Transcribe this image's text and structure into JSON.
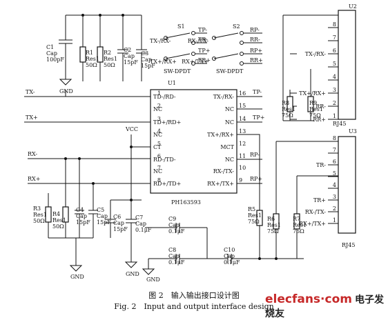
{
  "u1": {
    "ref": "U1",
    "part": "PH163593",
    "left_pins": [
      {
        "num": "1",
        "name": "TD-/RD-"
      },
      {
        "num": "2",
        "name": "NC"
      },
      {
        "num": "3",
        "name": "TD+/RD+"
      },
      {
        "num": "4",
        "name": "NC"
      },
      {
        "num": "5",
        "name": "CT"
      },
      {
        "num": "6",
        "name": "RD-/TD-"
      },
      {
        "num": "7",
        "name": "NC"
      },
      {
        "num": "8",
        "name": "RD+/TD+"
      }
    ],
    "right_pins": [
      {
        "num": "16",
        "name": "TX-/RX-"
      },
      {
        "num": "15",
        "name": "NC"
      },
      {
        "num": "14",
        "name": "NC"
      },
      {
        "num": "13",
        "name": "TX+/RX+"
      },
      {
        "num": "12",
        "name": "MCT"
      },
      {
        "num": "11",
        "name": "NC"
      },
      {
        "num": "10",
        "name": "RX-/TX-"
      },
      {
        "num": "9",
        "name": "RX+/TX+"
      }
    ]
  },
  "u2": {
    "ref": "U2",
    "name": "RJ45",
    "pins": [
      {
        "num": "8",
        "name": ""
      },
      {
        "num": "7",
        "name": ""
      },
      {
        "num": "6",
        "name": "TX-/RX-"
      },
      {
        "num": "5",
        "name": ""
      },
      {
        "num": "4",
        "name": ""
      },
      {
        "num": "3",
        "name": "TX+/RX+"
      },
      {
        "num": "2",
        "name": "RR-"
      },
      {
        "num": "1",
        "name": "RR+"
      }
    ]
  },
  "u3": {
    "ref": "U3",
    "name": "RJ45",
    "pins": [
      {
        "num": "8",
        "name": ""
      },
      {
        "num": "7",
        "name": ""
      },
      {
        "num": "6",
        "name": "TR-"
      },
      {
        "num": "5",
        "name": ""
      },
      {
        "num": "4",
        "name": ""
      },
      {
        "num": "3",
        "name": "TR+"
      },
      {
        "num": "2",
        "name": "RX-/TX-"
      },
      {
        "num": "1",
        "name": "RX+/TX+"
      }
    ]
  },
  "switches": [
    {
      "ref": "S1",
      "type": "SW-DPDT",
      "left": [
        "TX-/RX-",
        "TX+/RX+"
      ],
      "right": [
        "TP-",
        "TR-",
        "TP+",
        "TR+"
      ]
    },
    {
      "ref": "S2",
      "type": "SW-DPDT",
      "left": [
        "RX-/TX-",
        "RX+/TX+"
      ],
      "right": [
        "RP-",
        "RR-",
        "RP+",
        "RR+"
      ]
    }
  ],
  "components": [
    {
      "ref": "C1",
      "type": "Cap",
      "value": "100pF"
    },
    {
      "ref": "R1",
      "type": "Res1",
      "value": "50Ω"
    },
    {
      "ref": "R2",
      "type": "Res1",
      "value": "50Ω"
    },
    {
      "ref": "C2",
      "type": "Cap",
      "value": "15pF"
    },
    {
      "ref": "C3",
      "type": "Cap",
      "value": "15pF"
    },
    {
      "ref": "R3",
      "type": "Res1",
      "value": "50Ω"
    },
    {
      "ref": "R4",
      "type": "Res1",
      "value": "50Ω"
    },
    {
      "ref": "C4",
      "type": "Cap",
      "value": "15pF"
    },
    {
      "ref": "C5",
      "type": "Cap",
      "value": "15pF"
    },
    {
      "ref": "C6",
      "type": "Cap",
      "value": "15pF"
    },
    {
      "ref": "C7",
      "type": "Cap",
      "value": "0.1μF"
    },
    {
      "ref": "C8",
      "type": "Cap",
      "value": "0.1μF"
    },
    {
      "ref": "C9",
      "type": "Cap",
      "value": "0.1μF"
    },
    {
      "ref": "C10",
      "type": "Cap",
      "value": "0.1μF"
    },
    {
      "ref": "R5",
      "type": "Res1",
      "value": "75Ω"
    },
    {
      "ref": "R6",
      "type": "Res1",
      "value": "75Ω"
    },
    {
      "ref": "R7",
      "type": "Res1",
      "value": "75Ω"
    },
    {
      "ref": "R8",
      "type": "Res1",
      "value": "75Ω"
    },
    {
      "ref": "R9",
      "type": "Res1",
      "value": "75Ω"
    }
  ],
  "nets": {
    "tx_minus": "TX-",
    "tx_plus": "TX+",
    "rx_minus": "RX-",
    "rx_plus": "RX+",
    "tp_minus": "TP-",
    "tp_plus": "TP+",
    "rp": "RP-",
    "rp_plus": "RP+",
    "vcc": "VCC",
    "gnd": "GND"
  },
  "caption": {
    "zh": "图 2　输入输出接口设计图",
    "en": "Fig. 2　Input and output interface design"
  },
  "watermark": {
    "text": "elecfans·com",
    "cn": "电子发烧友"
  }
}
